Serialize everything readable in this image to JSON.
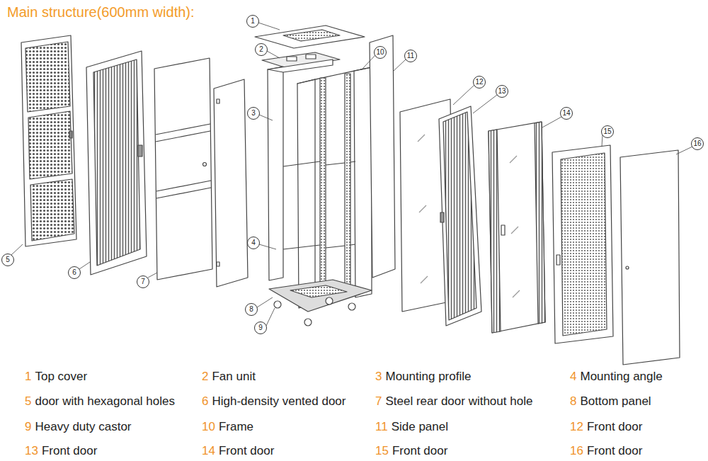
{
  "diagram": {
    "title": "Main structure(600mm width):",
    "labels": [
      "1",
      "2",
      "3",
      "4",
      "5",
      "6",
      "7",
      "8",
      "9",
      "10",
      "11",
      "12",
      "13",
      "14",
      "15",
      "16",
      "1",
      "Top cover",
      "2",
      "Fan unit",
      "3",
      "Mounting profile",
      "4",
      "Mounting angle",
      "5",
      "door with hexagonal holes",
      "6",
      "High-density vented door",
      "7",
      "Steel rear door without hole",
      "8",
      "Bottom panel",
      "9",
      "Heavy duty castor",
      "10",
      "Frame",
      "11",
      "Side panel",
      "12",
      "Front door",
      "13",
      "Front door",
      "14",
      "Front door",
      "15",
      "Front door",
      "16",
      "Front door"
    ]
  }
}
